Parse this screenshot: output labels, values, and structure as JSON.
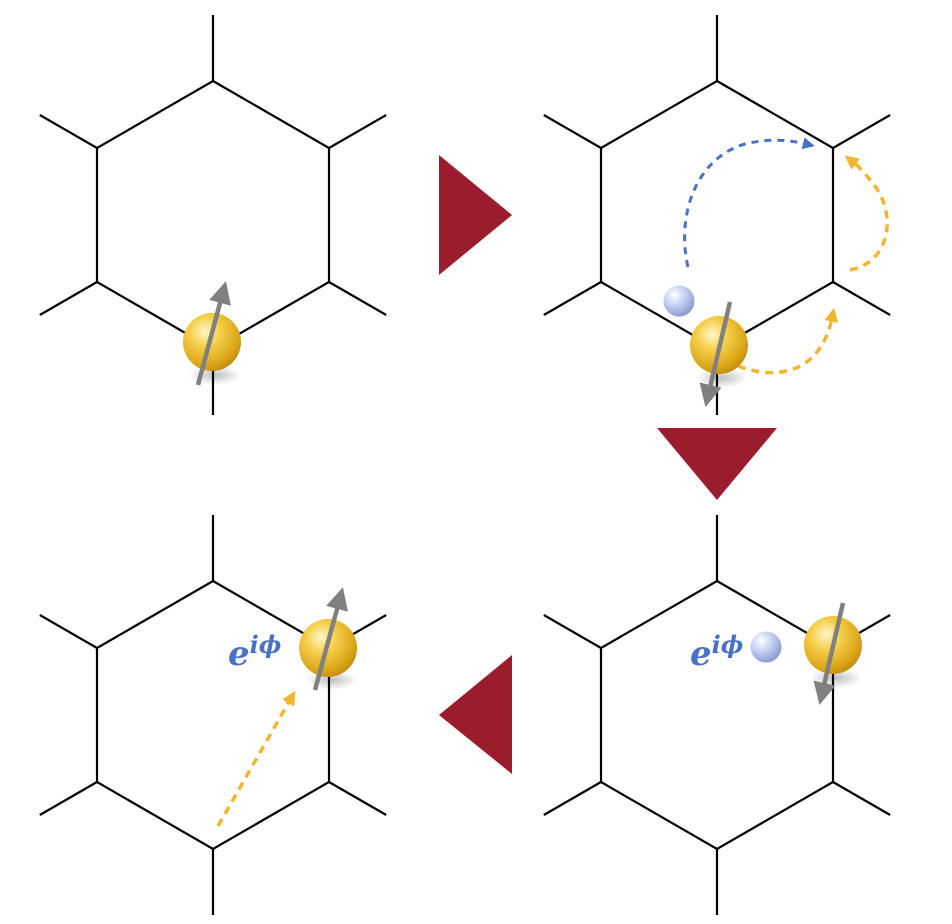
{
  "colors": {
    "lattice": "#000000",
    "step_arrow": "#9b1c2c",
    "electron_fill": "#e8b52a",
    "hole_fill": "#a9b9e6",
    "spin_arrow": "#808080",
    "blue_path": "#4a72c4",
    "yellow_path": "#f2b52e",
    "phase_text": "#4a72c4"
  },
  "panels": [
    {
      "name": "panel-initial"
    },
    {
      "name": "panel-hopping"
    },
    {
      "name": "panel-hole-left"
    },
    {
      "name": "panel-returned"
    }
  ],
  "step_arrows": [
    {
      "direction": "right"
    },
    {
      "direction": "down"
    },
    {
      "direction": "left"
    }
  ],
  "labels": {
    "phase_base": "e",
    "phase_exponent": "iϕ"
  },
  "icons": {
    "electron": "gold-sphere-icon",
    "hole": "blue-sphere-icon",
    "spin": "spin-arrow-icon"
  }
}
